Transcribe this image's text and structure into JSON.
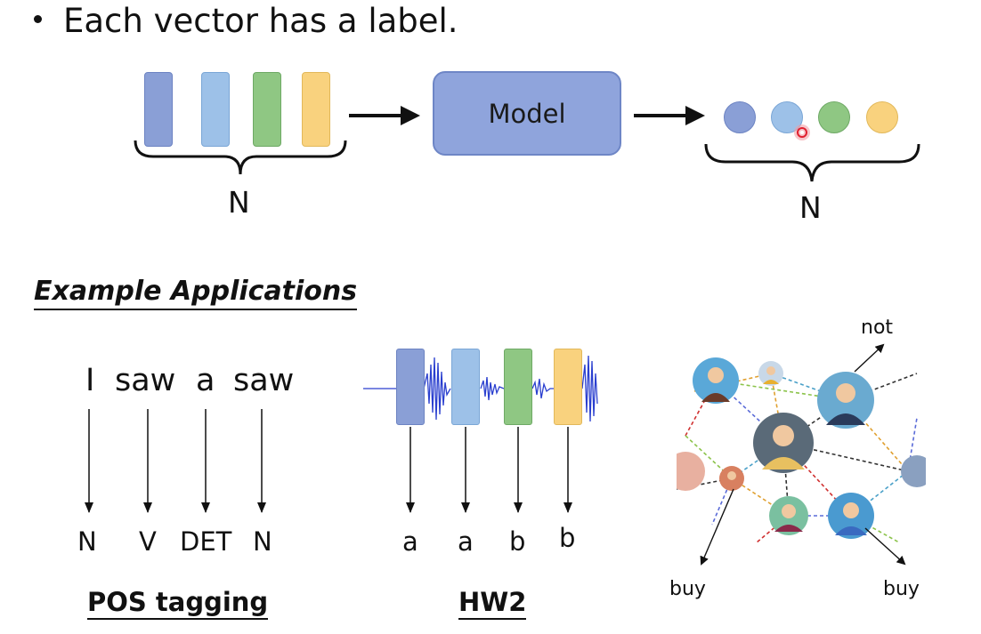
{
  "bullet": {
    "text": "Each vector has a label."
  },
  "top_diagram": {
    "model_label": "Model",
    "input_count_label": "N",
    "output_count_label": "N",
    "vector_colors": [
      "#8a9fd6",
      "#9dc1e8",
      "#8fc783",
      "#f9d27e"
    ]
  },
  "section": {
    "title": "Example Applications"
  },
  "pos_tagging": {
    "words": [
      "I",
      "saw",
      "a",
      "saw"
    ],
    "tags": [
      "N",
      "V",
      "DET",
      "N"
    ],
    "title": "POS tagging"
  },
  "hw2": {
    "labels": [
      "a",
      "a",
      "b",
      "b"
    ],
    "title": "HW2"
  },
  "social_graph": {
    "labels": {
      "top": "not",
      "bottom_left": "buy",
      "bottom_right": "buy"
    }
  },
  "cursor": {
    "color": "#e02030"
  }
}
